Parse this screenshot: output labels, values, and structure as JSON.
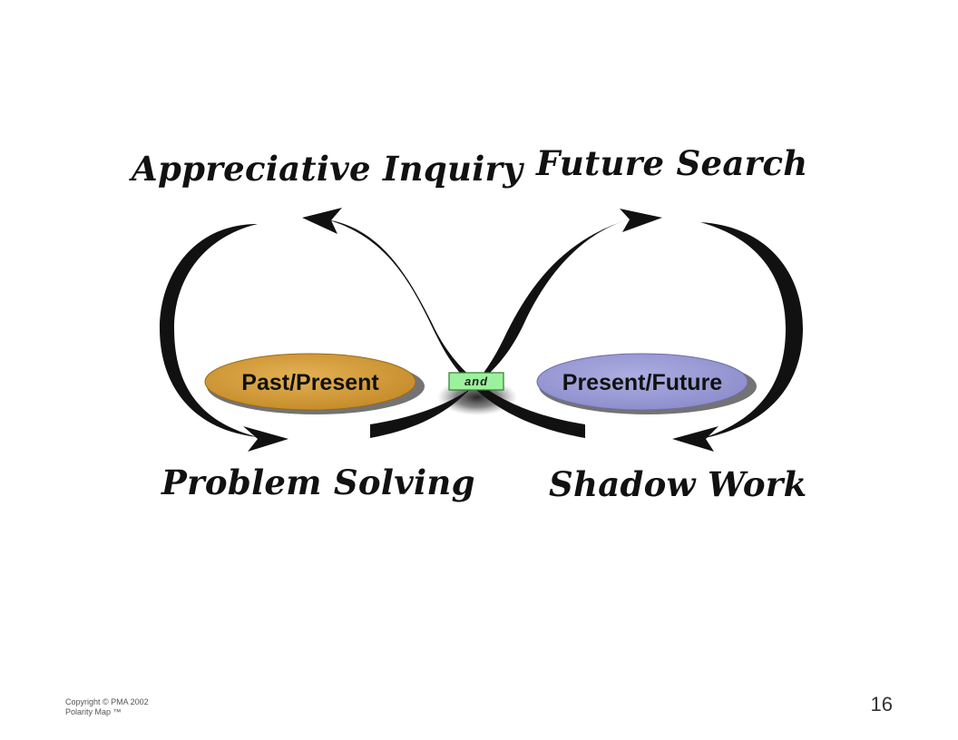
{
  "quadrants": {
    "top_left": "Appreciative Inquiry",
    "top_right": "Future Search",
    "bottom_left": "Problem Solving",
    "bottom_right": "Shadow Work"
  },
  "poles": {
    "left": {
      "label": "Past/Present",
      "color": "#D29A35"
    },
    "right": {
      "label": "Present/Future",
      "color": "#9C9CD6"
    }
  },
  "connector": {
    "label": "and",
    "color": "#9CF29C"
  },
  "footer": {
    "copyright": "Copyright © PMA 2002",
    "trademark": "Polarity Map ™"
  },
  "page_number": "16"
}
